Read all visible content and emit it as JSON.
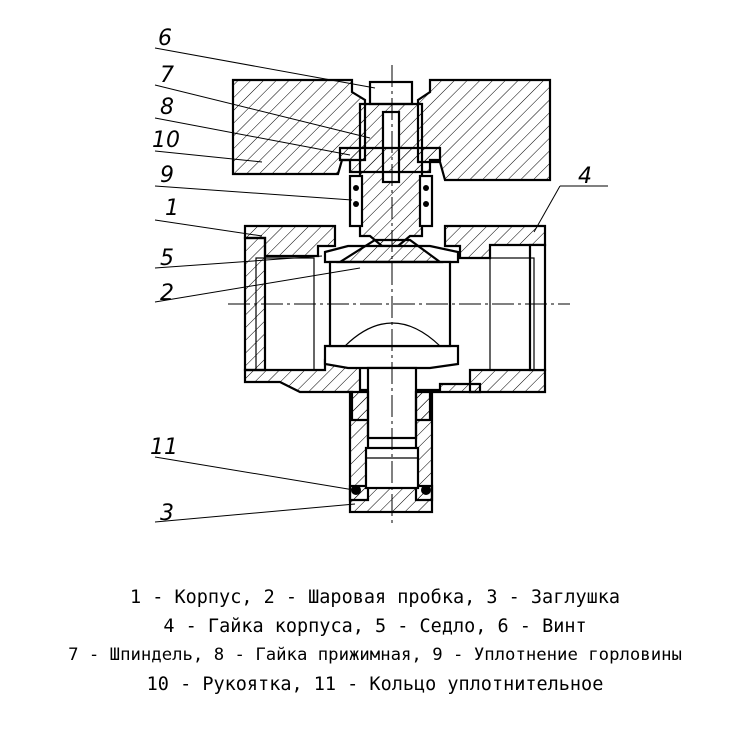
{
  "callouts": {
    "c6": "6",
    "c7": "7",
    "c8": "8",
    "c10": "10",
    "c9": "9",
    "c1": "1",
    "c5": "5",
    "c2": "2",
    "c4": "4",
    "c11": "11",
    "c3": "3"
  },
  "legend": {
    "line1": "1 - Корпус, 2 - Шаровая пробка, 3 - Заглушка",
    "line2": "4 - Гайка корпуса, 5 - Седло, 6 - Винт",
    "line3": "7 - Шпиндель, 8 - Гайка прижимная, 9 - Уплотнение горловины",
    "line4": "10 - Рукоятка, 11 - Кольцо уплотнительное"
  }
}
